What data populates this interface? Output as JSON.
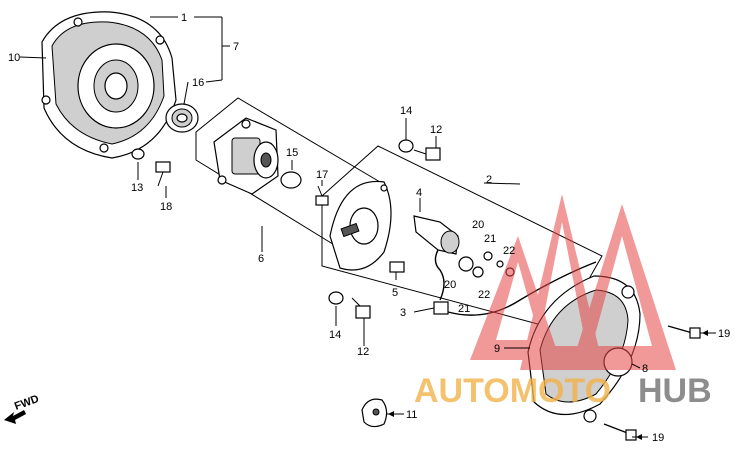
{
  "callouts": {
    "c1": "1",
    "c2": "2",
    "c3": "3",
    "c4": "4",
    "c5": "5",
    "c6": "6",
    "c7": "7",
    "c8": "8",
    "c9": "9",
    "c10": "10",
    "c11": "11",
    "c12": "12",
    "c13": "13",
    "c14": "14",
    "c15": "15",
    "c16": "16",
    "c17": "17",
    "c18": "18",
    "c19": "19",
    "c20": "20",
    "c21": "21",
    "c22": "22"
  },
  "fwd_label": "FWD",
  "watermark": {
    "part1": "AUTOMOTO",
    "part2": "HUB"
  },
  "colors": {
    "watermark_red": "#e64545",
    "watermark_orange": "#f2b24a",
    "watermark_gray": "#7a7a7a"
  }
}
